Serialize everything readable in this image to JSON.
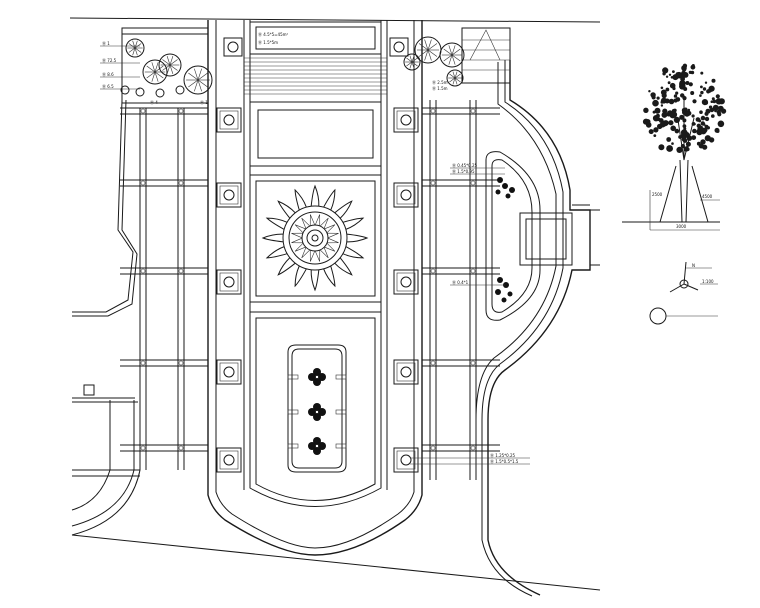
{
  "drawing": {
    "type": "landscape site plan (CAD line drawing)",
    "stroke_color": "#1a1a1a",
    "background_color": "#ffffff"
  },
  "annotations": {
    "top_bar_1": "Ⓑ  4.5*5=45m²",
    "top_bar_2": "Ⓑ  1.5*5m",
    "right_upper_1": "Ⓑ  0.45*0.25",
    "right_upper_2": "Ⓑ  1.5*0.95",
    "right_mid": "Ⓑ  0.4*1",
    "right_lower_1": "Ⓑ  1.25*0.25",
    "right_lower_2": "Ⓑ  1.5*0.5*1.5",
    "left_top": "Ⓑ  1",
    "left_2": "Ⓑ  72.5",
    "left_3": "Ⓑ  8.6",
    "left_4": "Ⓑ  6.5",
    "left_bottom_1": "Ⓑ  4",
    "left_bottom_2": "Ⓑ  1",
    "top_right_small": "Ⓑ  2.5m",
    "top_right_small_2": "Ⓑ  1.5m",
    "tree_detail_1": "2500",
    "tree_detail_2": "4500",
    "tree_detail_3": "3000",
    "symbol_label_1": "N",
    "symbol_label_2": "1:100"
  }
}
